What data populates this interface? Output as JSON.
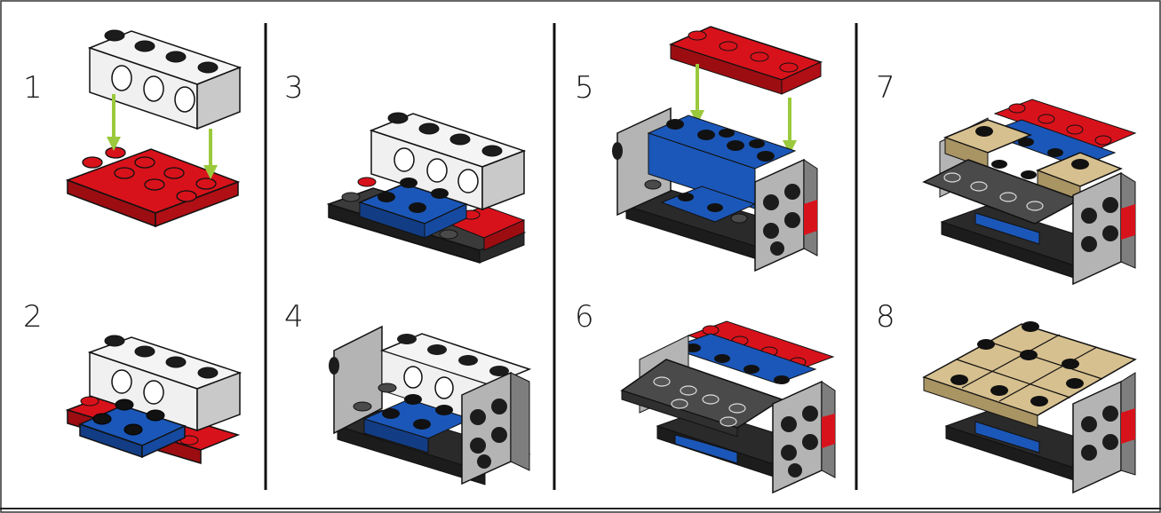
{
  "colors": {
    "red": "#d8121b",
    "red_dark": "#9c0d12",
    "blue": "#1b57b8",
    "blue_dark": "#123d85",
    "white": "#f4f4f4",
    "white_dark": "#c9c9c9",
    "black": "#1c1c1c",
    "gray": "#b4b4b4",
    "gray_dark": "#7e7e7e",
    "tan": "#d7c08f",
    "tan_dark": "#a99464",
    "arrow": "#9ac93c",
    "divider": "#111111"
  },
  "steps": [
    {
      "number": "1"
    },
    {
      "number": "2"
    },
    {
      "number": "3"
    },
    {
      "number": "4"
    },
    {
      "number": "5"
    },
    {
      "number": "6"
    },
    {
      "number": "7"
    },
    {
      "number": "8"
    }
  ]
}
